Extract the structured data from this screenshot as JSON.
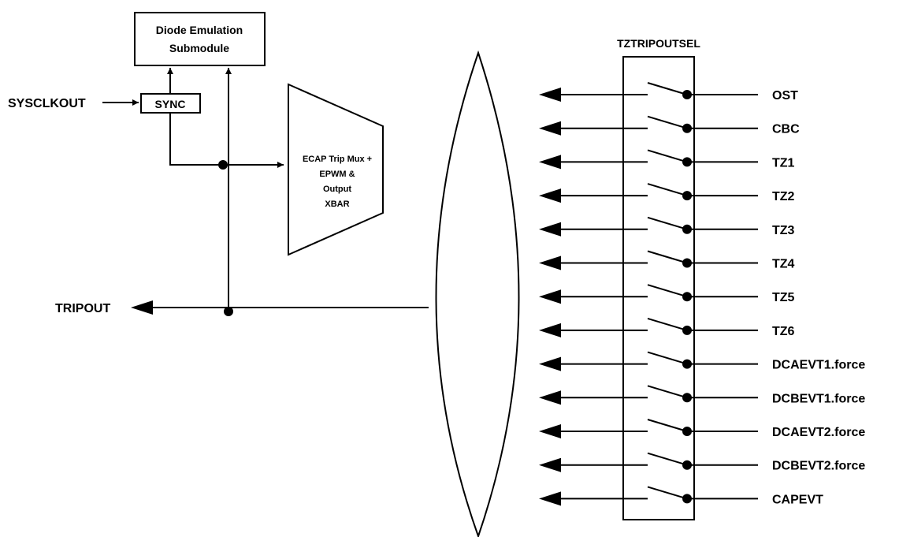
{
  "diagram": {
    "diode_emulation_line1": "Diode Emulation",
    "diode_emulation_line2": "Submodule",
    "sysclkout": "SYSCLKOUT",
    "sync": "SYNC",
    "mux_line1": "ECAP Trip Mux +",
    "mux_line2": "EPWM &",
    "mux_line3": "Output",
    "mux_line4": "XBAR",
    "tripout": "TRIPOUT",
    "tztripoutsel": "TZTRIPOUTSEL",
    "signals": [
      "OST",
      "CBC",
      "TZ1",
      "TZ2",
      "TZ3",
      "TZ4",
      "TZ5",
      "TZ6",
      "DCAEVT1.force",
      "DCBEVT1.force",
      "DCAEVT2.force",
      "DCBEVT2.force",
      "CAPEVT"
    ]
  }
}
